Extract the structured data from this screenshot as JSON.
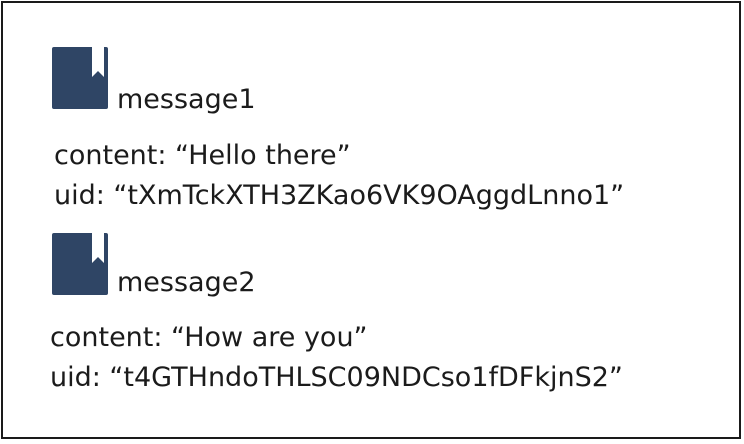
{
  "messages": [
    {
      "name": "message1",
      "icon": "bookmark-document-icon",
      "content_line": "content: “Hello there”",
      "uid_line": "uid: “tXmTckXTH3ZKao6VK9OAggdLnno1”"
    },
    {
      "name": "message2",
      "icon": "bookmark-document-icon",
      "content_line": "content: “How are you”",
      "uid_line": "uid: “t4GTHndoTHLSC09NDCso1fDFkjnS2”"
    }
  ],
  "colors": {
    "icon_fill": "#2f4565",
    "icon_ribbon": "#ffffff",
    "border": "#1a1a1a",
    "text": "#1b1b1b"
  }
}
